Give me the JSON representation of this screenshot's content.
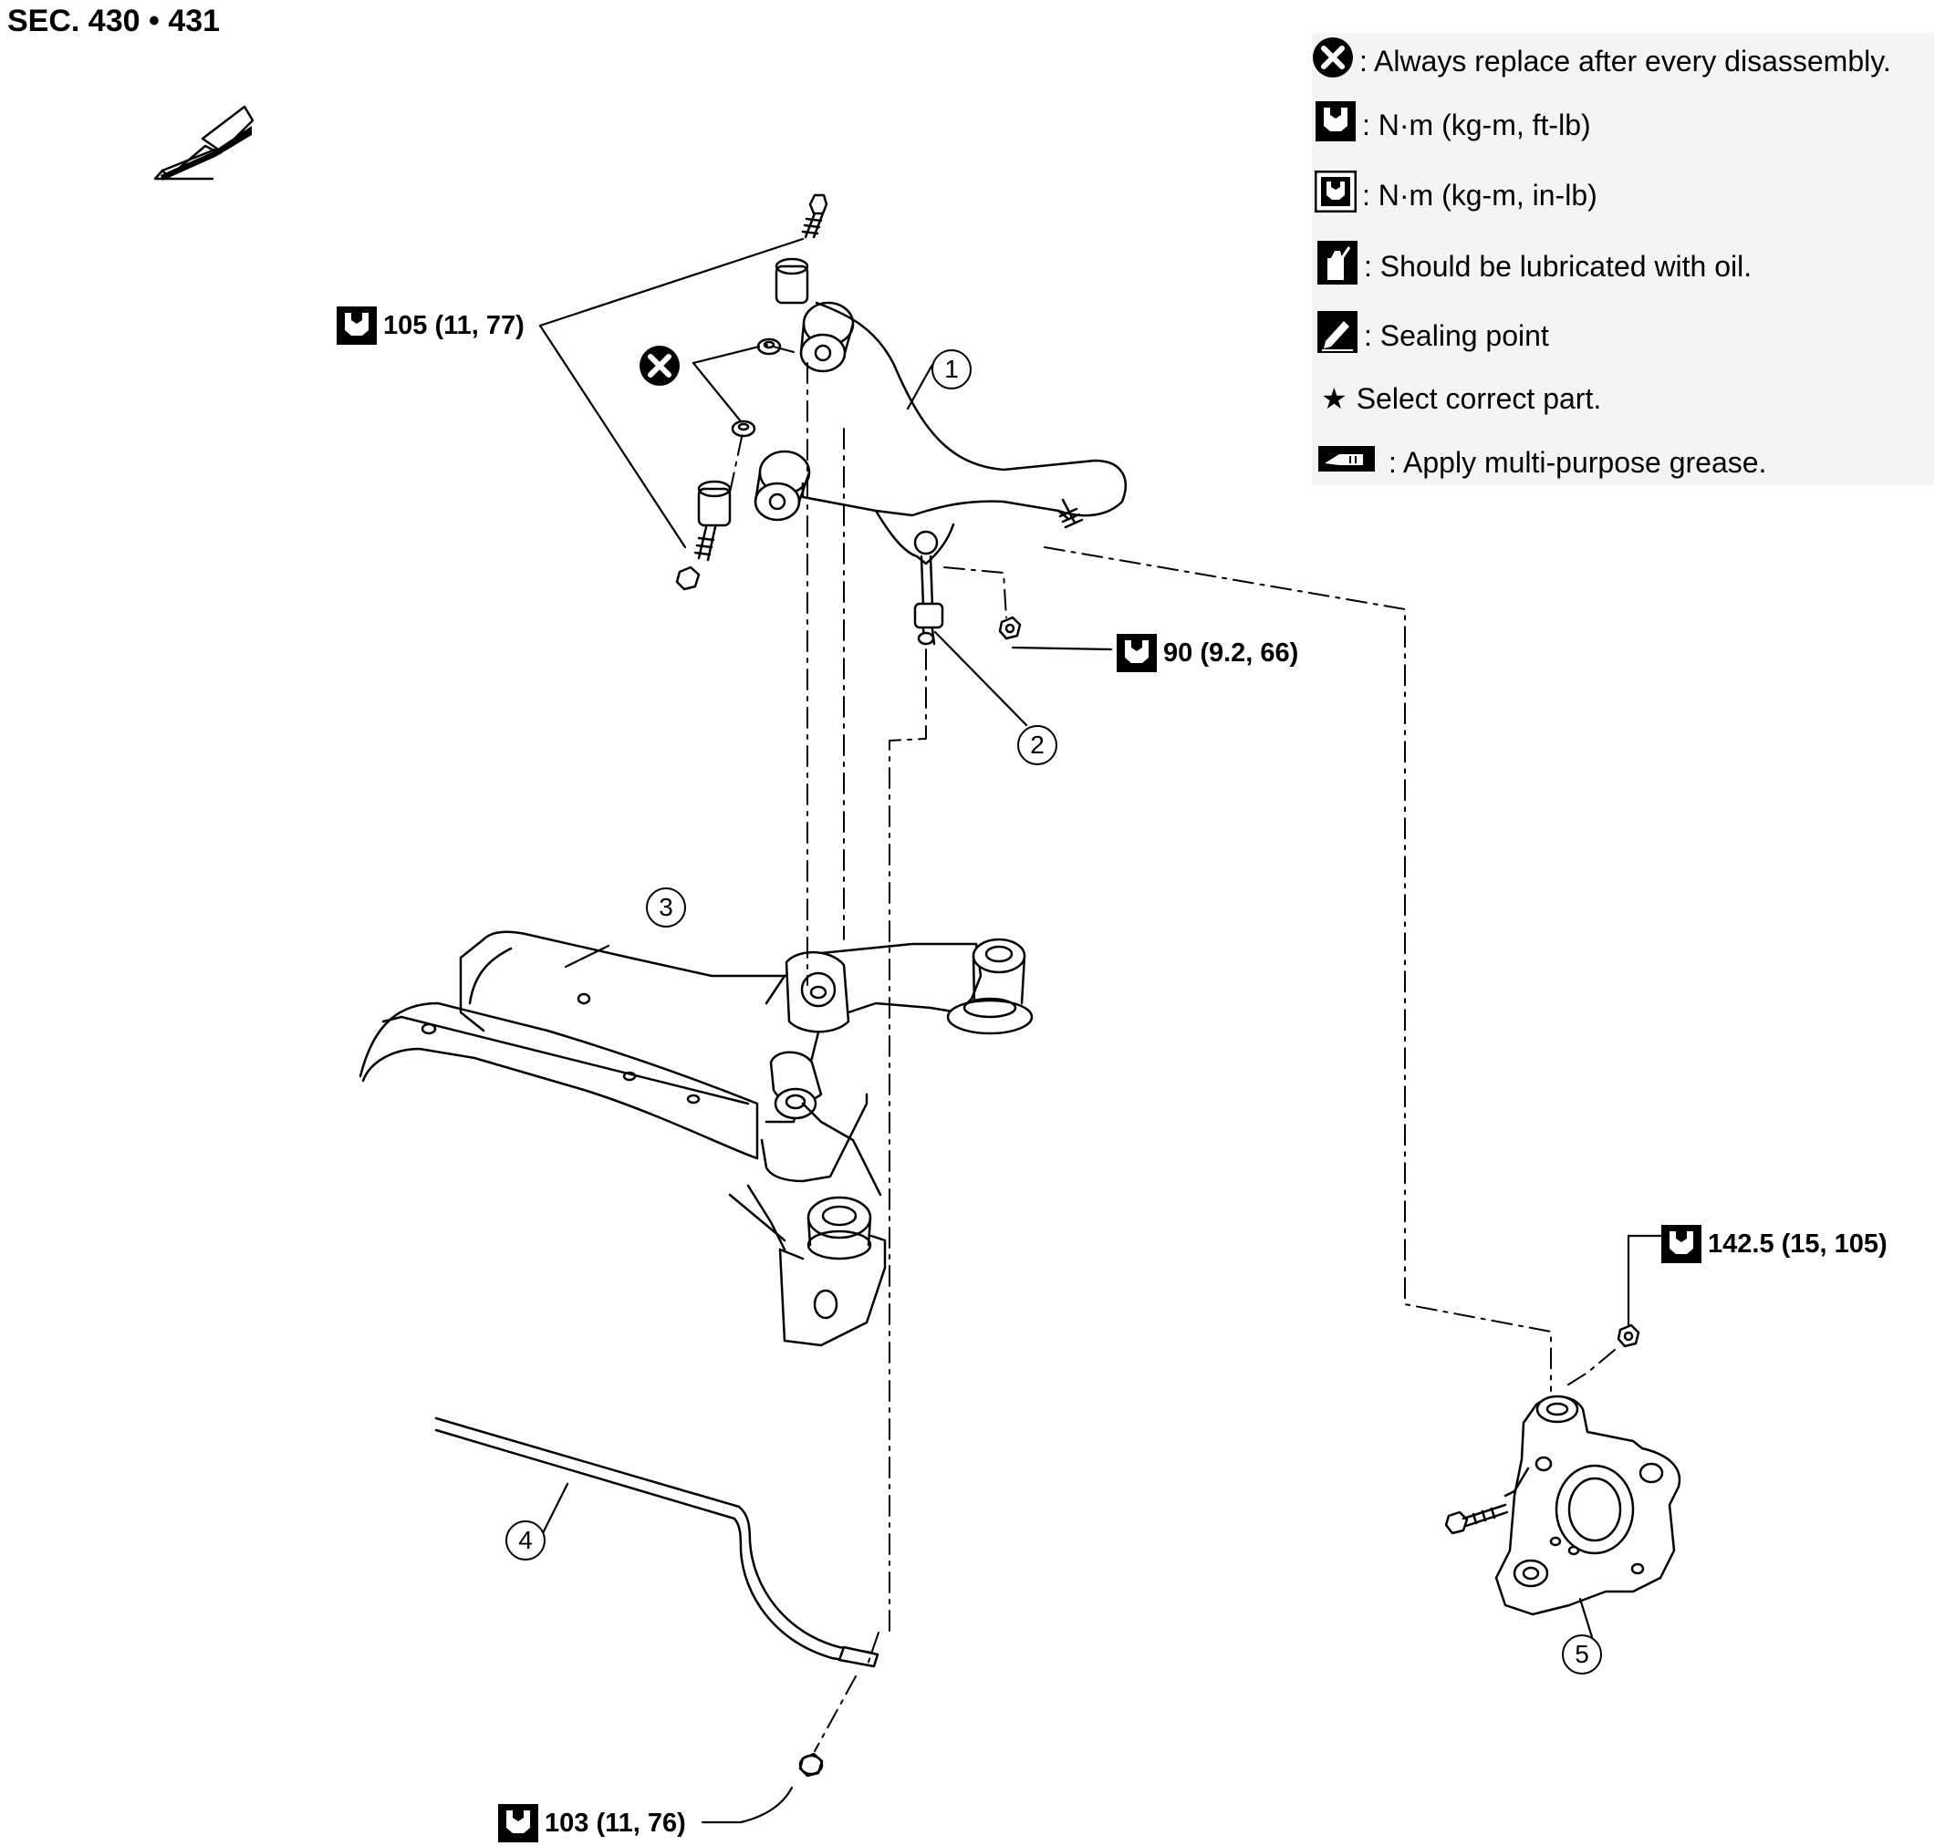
{
  "header": {
    "section": "SEC. 430 • 431"
  },
  "legend": [
    {
      "icon": "always-replace-icon",
      "text": ": Always replace after every disassembly."
    },
    {
      "icon": "torque-ft-lb-icon",
      "text": ": N·m (kg-m, ft-lb)"
    },
    {
      "icon": "torque-in-lb-icon",
      "text": ": N·m (kg-m, in-lb)"
    },
    {
      "icon": "oil-can-icon",
      "text": ": Should be lubricated with oil."
    },
    {
      "icon": "sealing-point-icon",
      "text": ": Sealing point"
    },
    {
      "icon": "star-icon",
      "text": "Select correct part."
    },
    {
      "icon": "grease-gun-icon",
      "text": ": Apply multi-purpose grease."
    }
  ],
  "torques": {
    "upper_link_bolts": "105 (11, 77)",
    "stabilizer_connecting_rod_nut": "90 (9.2, 66)",
    "knuckle_nut": "142.5 (15, 105)",
    "stabilizer_nut": "103 (11, 76)"
  },
  "callouts": {
    "upper_link": "1",
    "stabilizer_connecting_rod": "2",
    "rear_suspension_member": "3",
    "stabilizer_bar": "4",
    "axle_knuckle": "5"
  },
  "colors": {
    "ink": "#000000",
    "legend_bg": "#f4f4f4",
    "paper": "#ffffff"
  }
}
